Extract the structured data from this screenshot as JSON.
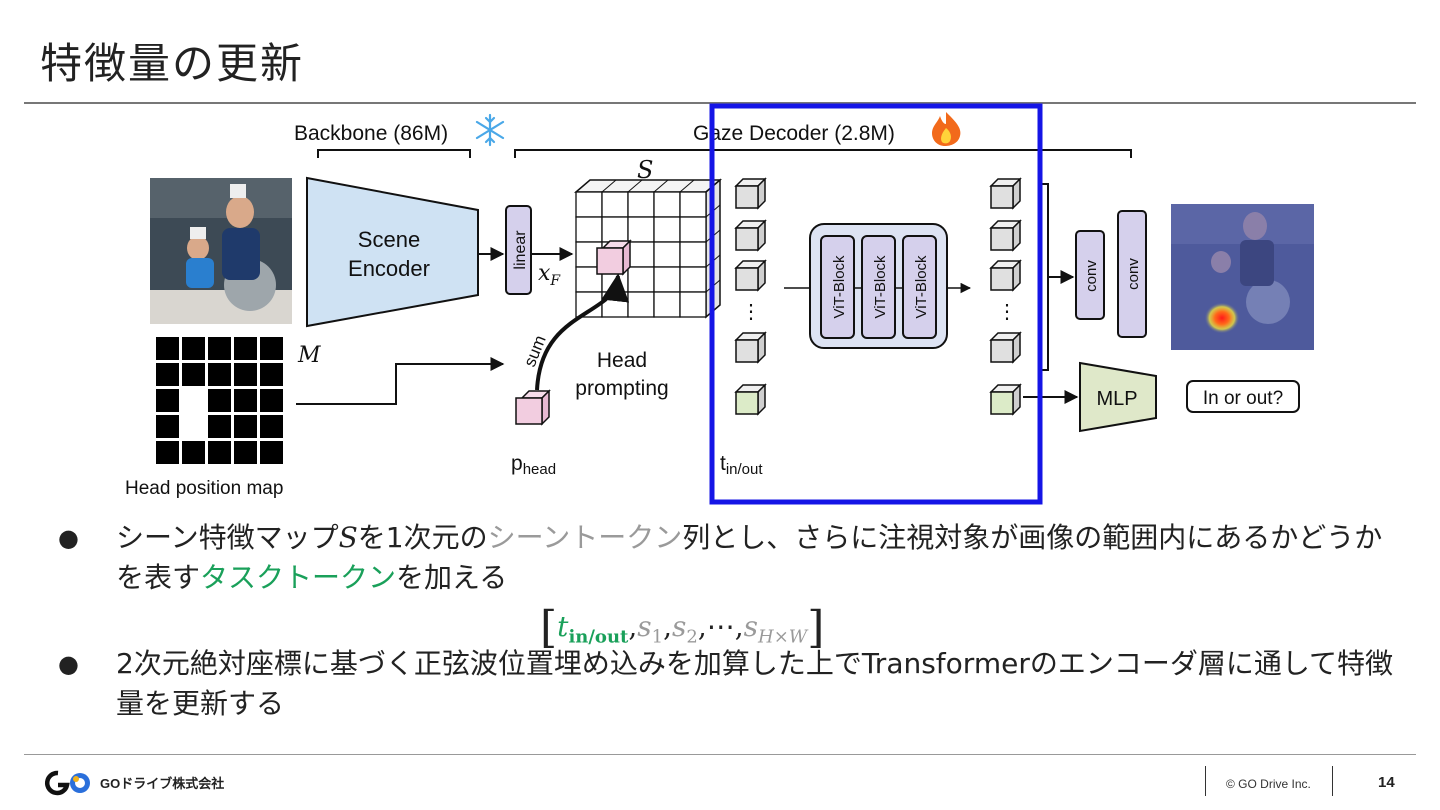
{
  "slide": {
    "title": "特徴量の更新",
    "page_number": "14"
  },
  "diagram": {
    "backbone_label": "Backbone (86M)",
    "gaze_decoder_label": "Gaze Decoder (2.8M)",
    "scene_encoder_line1": "Scene",
    "scene_encoder_line2": "Encoder",
    "linear_label": "linear",
    "s_label": "S",
    "xf_label": "x",
    "xf_sub": "F",
    "m_label": "M",
    "sum_label": "sum",
    "head_prompting_line1": "Head",
    "head_prompting_line2": "prompting",
    "p_head_main": "p",
    "p_head_sub": "head",
    "head_position_map_label": "Head position map",
    "vit_block_labels": [
      "ViT-Block",
      "ViT-Block",
      "ViT-Block"
    ],
    "t_inout_main": "t",
    "t_inout_sub": "in/out",
    "conv_labels": [
      "conv",
      "conv"
    ],
    "mlp_label": "MLP",
    "in_or_out_label": "In or out?",
    "colors": {
      "highlight_box": "#1515e6",
      "encoder_fill": "#cfe2f3",
      "linear_fill": "#d5d0ec",
      "head_token_fill": "#f2cde0",
      "inout_token_fill": "#dcebc8",
      "mlp_fill": "#dfe8c9"
    }
  },
  "bullets": [
    {
      "parts": [
        {
          "text": "シーン特徴マップ",
          "style": "normal"
        },
        {
          "text": "S",
          "style": "math"
        },
        {
          "text": "を1次元の",
          "style": "normal"
        },
        {
          "text": "シーントークン",
          "style": "grey"
        },
        {
          "text": "列とし、さらに注視対象が画像の範囲内にあるかどうかを表す",
          "style": "normal"
        },
        {
          "text": "タスクトークン",
          "style": "green"
        },
        {
          "text": "を加える",
          "style": "normal"
        }
      ]
    },
    {
      "parts": [
        {
          "text": "2次元絶対座標に基づく正弦波位置埋め込みを加算した上でTransformerのエンコーダ層に通して特徴量を更新する",
          "style": "normal"
        }
      ]
    }
  ],
  "formula": {
    "open": "[",
    "t": "t",
    "t_sub": "in/out",
    "s1": "s",
    "s1_sub": "1",
    "s2": "s",
    "s2_sub": "2",
    "ellipsis": "⋯",
    "sn": "s",
    "sn_sub": "H×W",
    "close": "]",
    "comma": ","
  },
  "footer": {
    "company": "GOドライブ株式会社",
    "copyright": "© GO Drive Inc.",
    "logo_text": "GO"
  }
}
